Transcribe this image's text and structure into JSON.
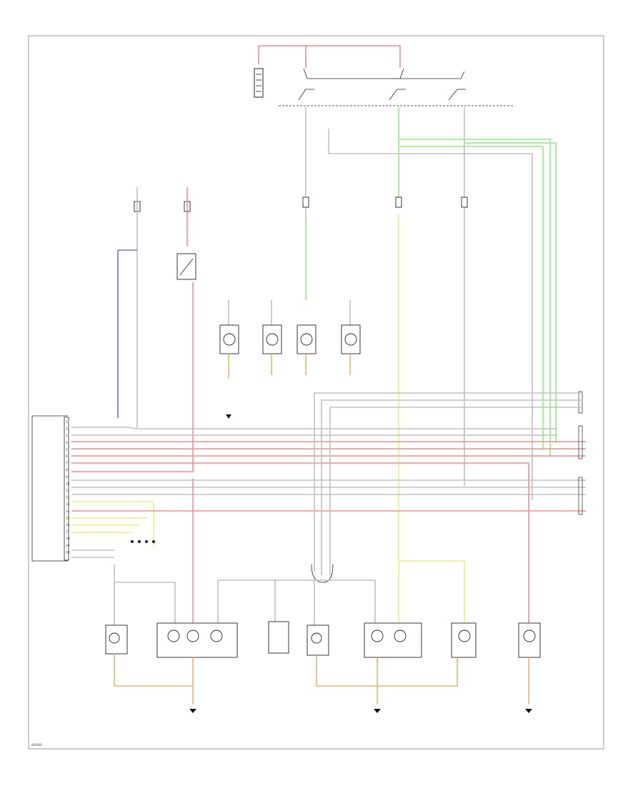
{
  "diagram": {
    "footer_code": "W0000",
    "connector_pins": [
      "1",
      "2",
      "3",
      "4",
      "5",
      "6",
      "7",
      "8",
      "9",
      "10",
      "11",
      "12",
      "13",
      "14",
      "15",
      "16",
      "17",
      "18",
      "19",
      "20"
    ],
    "wire_colors": {
      "red": "#ff8a8a",
      "green": "#8ff07f",
      "yellow": "#eeee7a",
      "blue": "#6b6bff",
      "gray": "#c0c0c0",
      "orange": "#e8b86a",
      "black": "#111111"
    }
  }
}
